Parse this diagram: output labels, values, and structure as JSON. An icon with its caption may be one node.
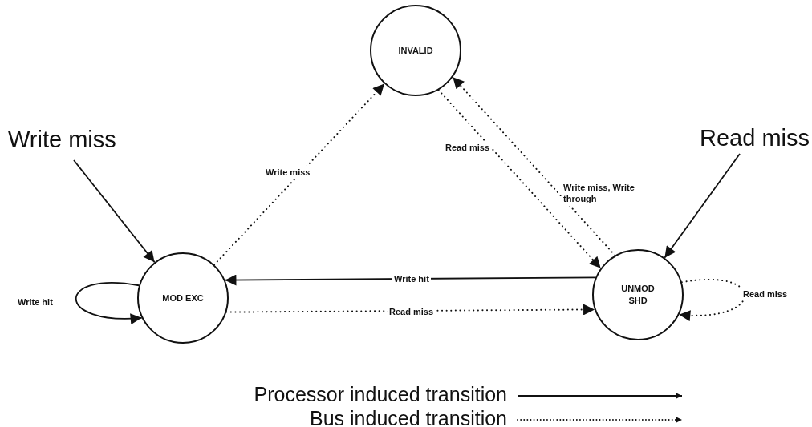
{
  "diagram": {
    "nodes": [
      {
        "text": [
          "INVALID"
        ]
      },
      {
        "text": [
          "MOD EXC"
        ]
      },
      {
        "text": [
          "UNMOD SHD"
        ]
      },
      {
        "text": [
          "Write miss"
        ]
      },
      {
        "text": [
          "Read miss"
        ]
      }
    ],
    "edges": [
      {
        "from": 3,
        "to": 1,
        "arrow": "to"
      },
      {
        "from": 4,
        "to": 2,
        "arrow": "to"
      },
      {
        "from": 1,
        "to": 0,
        "arrow": "to",
        "label": "Write miss",
        "style": "dashed"
      },
      {
        "from": 0,
        "to": 2,
        "arrow": "to",
        "label": "Read miss",
        "style": "dashed"
      },
      {
        "from": 2,
        "to": 0,
        "arrow": "to",
        "label": "Write miss, Write through",
        "style": "dashed"
      },
      {
        "from": 2,
        "to": 1,
        "arrow": "to",
        "label": "Write hit"
      },
      {
        "from": 1,
        "to": 2,
        "arrow": "to",
        "label": "Read miss",
        "style": "dashed"
      },
      {
        "from": 1,
        "to": 1,
        "arrow": "to",
        "label": "Write hit"
      },
      {
        "from": 2,
        "to": 2,
        "arrow": "to",
        "label": "Read miss",
        "style": "dashed"
      }
    ],
    "legend": [
      {
        "text": "Processor induced transition"
      },
      {
        "text": "Bus induced transition"
      }
    ]
  }
}
